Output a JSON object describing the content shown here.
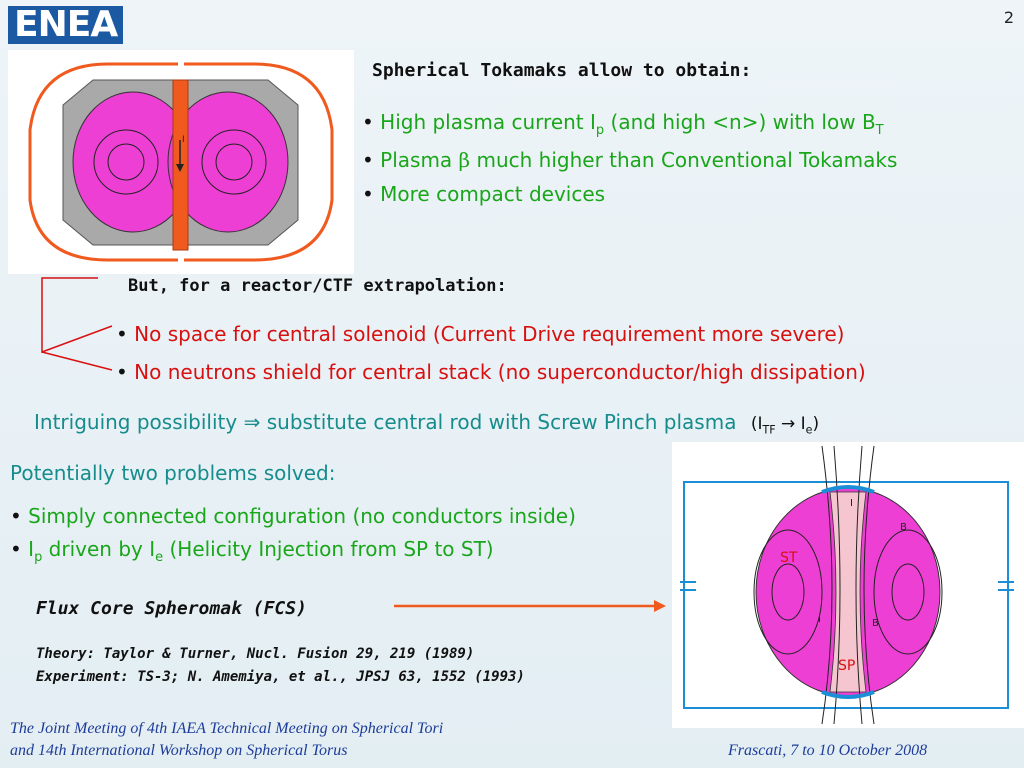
{
  "logo": {
    "text": "ENEA"
  },
  "page_number": "2",
  "heading1": "Spherical Tokamaks allow to obtain:",
  "benefits": [
    {
      "prefix": "High plasma current I",
      "sub": "p",
      "suffix": " (and high <n>) with low B",
      "sub2": "T"
    },
    {
      "prefix": "Plasma ",
      "beta": "β",
      "suffix": " much higher than Conventional Tokamaks"
    },
    {
      "text": "More compact devices"
    }
  ],
  "heading2": "But, for a reactor/CTF extrapolation:",
  "problems": [
    "No space for central solenoid (Current Drive requirement more severe)",
    "No neutrons shield for central stack (no superconductor/high dissipation)"
  ],
  "intriguing": {
    "text1": "Intriguing possibility ",
    "arrow": "⇒",
    "text2": " substitute central rod with Screw Pinch plasma",
    "paren_a": "(I",
    "sub_a": "TF",
    "arrow2": " → ",
    "paren_b": "I",
    "sub_b": "e",
    "paren_c": ")"
  },
  "potential": "Potentially two problems solved:",
  "solved": [
    {
      "text": "Simply connected configuration (no conductors inside)"
    },
    {
      "prefix": "I",
      "sub": "p",
      "mid": " driven by I",
      "sub2": "e",
      "suffix": " (Helicity Injection from SP to ST)"
    }
  ],
  "fcs_label": "Flux Core Spheromak (FCS)",
  "theory": "Theory: Taylor & Turner, Nucl. Fusion 29, 219 (1989)",
  "experiment": "Experiment: TS-3; N. Amemiya, et al., JPSJ 63, 1552 (1993)",
  "footer_left_1": "The Joint Meeting of 4th IAEA Technical Meeting on Spherical Tori",
  "footer_left_2": "and 14th International Workshop on Spherical Torus",
  "footer_right": "Frascati, 7 to 10 October 2008",
  "diagram_left": {
    "label": "I",
    "label_sub": "TF"
  },
  "diagram_right": {
    "st": "ST",
    "sp": "SP",
    "ie": "I",
    "ie_sub": "e",
    "bp": "B",
    "bp_sub": "p",
    "bt": "B",
    "bt_sub": "T",
    "ip": "I",
    "ip_sub": "p"
  },
  "colors": {
    "green": "#1aa61a",
    "red": "#d81010",
    "teal": "#168c8c",
    "orange": "#f05a1e",
    "pink": "#ee3fd4",
    "cyan": "#1a8fd8"
  }
}
